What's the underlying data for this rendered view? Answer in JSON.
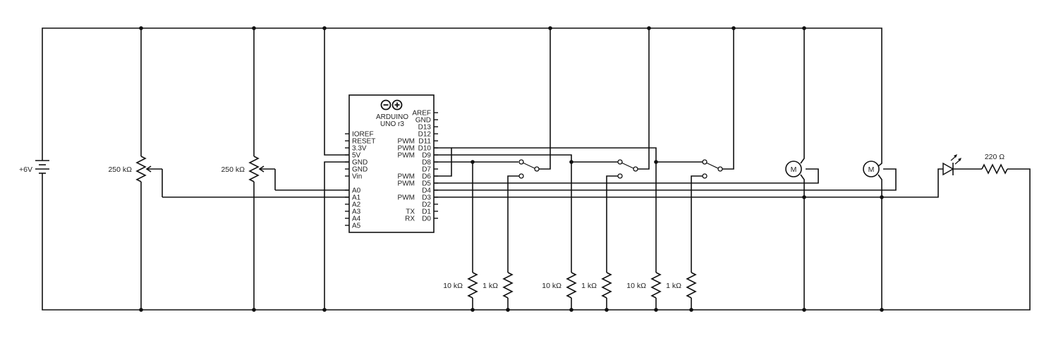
{
  "battery": {
    "label": "+6V"
  },
  "pot_left": {
    "label": "250 kΩ"
  },
  "pot_right": {
    "label": "250 kΩ"
  },
  "arduino": {
    "title_line1": "ARDUINO",
    "title_line2": "UNO r3",
    "left_pins": [
      "IOREF",
      "RESET",
      "3.3V",
      "5V",
      "GND",
      "GND",
      "Vin",
      "A0",
      "A1",
      "A2",
      "A3",
      "A4",
      "A5"
    ],
    "right_pins": [
      "AREF",
      "GND",
      "D13",
      "D12",
      "D11",
      "D10",
      "D9",
      "D8",
      "D7",
      "D6",
      "D5",
      "D4",
      "D3",
      "D2",
      "D1",
      "D0"
    ],
    "pwm_label": "PWM",
    "tx_label": "TX",
    "rx_label": "RX"
  },
  "resistors": {
    "r10k_label": "10 kΩ",
    "r1k_label": "1 kΩ"
  },
  "motor": {
    "label": "M"
  },
  "led_resistor": {
    "label": "220 Ω"
  }
}
